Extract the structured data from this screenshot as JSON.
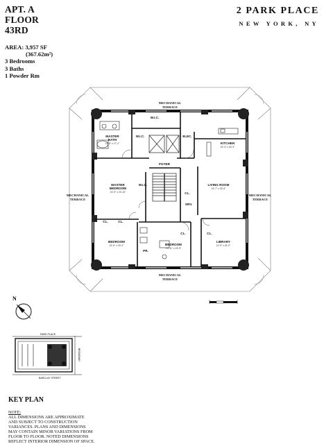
{
  "header": {
    "apt": "APT. A",
    "floor_label": "FLOOR",
    "floor": "43RD",
    "building": "2 PARK PLACE",
    "city": "NEW YORK, NY"
  },
  "specs": {
    "area": "AREA: 3,957 SF",
    "area_metric": "(367.62m²)",
    "bedrooms": "3 Bedrooms",
    "baths": "3 Baths",
    "powder": "1 Powder Rm"
  },
  "plan": {
    "terrace_top_1": "MECHANICAL",
    "terrace_top_2": "TERRACE",
    "terrace_left_1": "MECHANICAL",
    "terrace_left_2": "TERRACE",
    "terrace_right_1": "MECHANICAL",
    "terrace_right_2": "TERRACE",
    "terrace_bottom_1": "MECHANICAL",
    "terrace_bottom_2": "TERRACE",
    "wic_top": "W.I.C.",
    "master_bath": "MASTER",
    "master_bath_2": "BATH",
    "master_bath_dim": "11'-8\" x 17'-2\"",
    "wic_left": "W.I.C.",
    "elec": "ELEC.",
    "kitchen": "KITCHEN",
    "kitchen_dim": "15'-4\" x 18'-9\"",
    "foyer": "FOYER",
    "master_bedroom": "MASTER",
    "master_bedroom_2": "BEDROOM",
    "master_bedroom_dim": "15'-9\" x 23'-10\"",
    "wic_mid": "W.I.C.",
    "srv": "SRV.",
    "living_room": "LIVING ROOM",
    "living_room_dim": "15'-7\" x 33'-5\"",
    "cl_1": "CL.",
    "cl_2": "CL.",
    "cl_3": "CL.",
    "cl_4": "CL.",
    "cl_5": "CL.",
    "bedroom_1": "BEDROOM",
    "bedroom_1_dim": "15'-6\" x 15'-0\"",
    "bedroom_2": "BEDROOM",
    "bedroom_2_dim": "13'-11\" x 15'-9\"",
    "library": "LIBRARY",
    "library_dim": "11'-5\" x 15'-2\"",
    "pr": "PR."
  },
  "compass": {
    "north": "N"
  },
  "keyplan": {
    "street_top": "PARK PLACE",
    "street_bottom": "BARCLAY STREET",
    "street_right": "BROADWAY",
    "title": "KEY PLAN"
  },
  "note": {
    "heading": "NOTE:",
    "lines": [
      "ALL DIMENSIONS ARE APPROXIMATE",
      "AND SUBJECT TO CONSTRUCTION",
      "VARIANCES. PLANS AND DIMENSIONS",
      "MAY CONTAIN MINOR VARIATIONS FROM",
      "FLOOR TO FLOOR. NOTED DIMENSIONS",
      "REFLECT INTERIOR DIMENSION OF SPACE."
    ]
  }
}
